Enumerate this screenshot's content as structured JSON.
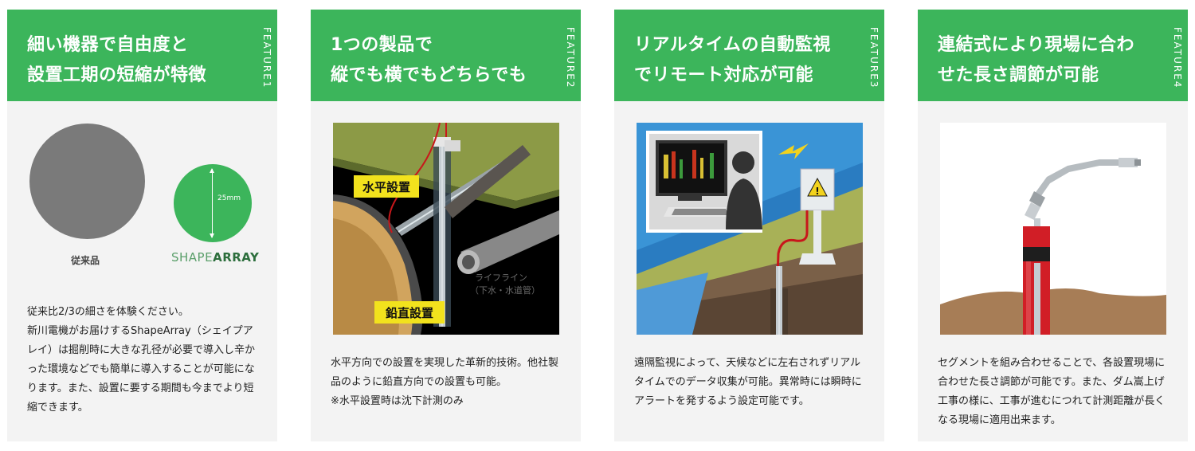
{
  "features": [
    {
      "title": "細い機器で自由度と\n設置工期の短縮が特徴",
      "tag": "FEATURE1",
      "compare": {
        "dimension_label": "25mm",
        "conventional_label": "従来品",
        "brand_light": "SHAPE",
        "brand_bold": "ARRAY"
      },
      "body": "従来比2/3の細さを体験ください。\n新川電機がお届けするShapeArray（シェイプアレイ）は掘削時に大きな孔径が必要で導入し辛かった環境などでも簡単に導入することが可能になります。また、設置に要する期間も今までより短縮できます。"
    },
    {
      "title": "1つの製品で\n縦でも横でもどちらでも",
      "tag": "FEATURE2",
      "image": {
        "label_horizontal": "水平設置",
        "label_vertical": "鉛直設置",
        "label_lifeline_1": "ライフライン",
        "label_lifeline_2": "（下水・水道管）"
      },
      "body": "水平方向での設置を実現した革新的技術。他社製品のように鉛直方向での設置も可能。\n※水平設置時は沈下計測のみ"
    },
    {
      "title": "リアルタイムの自動監視\nでリモート対応が可能",
      "tag": "FEATURE3",
      "body": "遠隔監視によって、天候などに左右されずリアルタイムでのデータ収集が可能。異常時には瞬時にアラートを発するよう設定可能です。"
    },
    {
      "title": "連結式により現場に合わ\nせた長さ調節が可能",
      "tag": "FEATURE4",
      "body": "セグメントを組み合わせることで、各設置現場に合わせた長さ調節が可能です。また、ダム嵩上げ工事の様に、工事が進むにつれて計測距離が長くなる現場に適用出来ます。"
    }
  ],
  "colors": {
    "accent": "#3cb55b",
    "card_bg": "#f3f3f3",
    "label_yellow": "#f2e21d"
  }
}
